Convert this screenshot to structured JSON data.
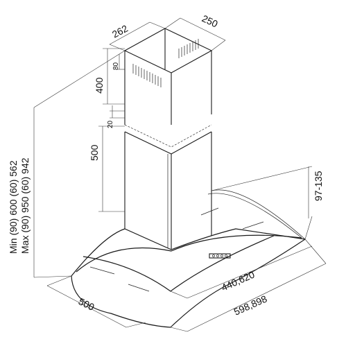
{
  "dimensions": {
    "chimney_depth": "262",
    "chimney_width": "250",
    "upper_chimney_height": "400",
    "vent_offset": "80",
    "overlap": "20",
    "lower_chimney_height": "500",
    "glass_height": "97-135",
    "glass_depth": "440,620",
    "hood_width": "598,898",
    "hood_depth": "500",
    "total_min": "Min (90) 600 (60) 562",
    "total_max": "Max (90) 950 (60) 942"
  }
}
